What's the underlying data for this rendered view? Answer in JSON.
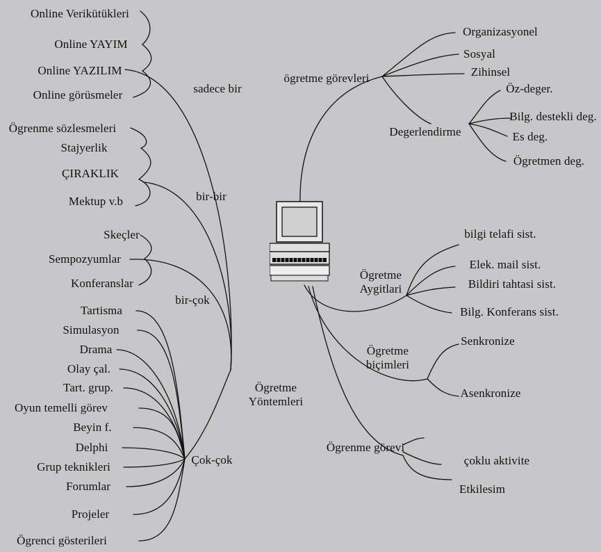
{
  "center": {
    "label": "Ögretme\nYöntemleri"
  },
  "computer_icon": "computer-icon",
  "left": {
    "sadece_bir": {
      "label": "sadece bir",
      "items": [
        "Online Verikütükleri",
        "Online YAYIM",
        "Online YAZILIM",
        "Online görüsmeler"
      ]
    },
    "bir_bir": {
      "label": "bir-bir",
      "items": [
        "Ögrenme sözlesmeleri",
        "Stajyerlik",
        "ÇIRAKLIK",
        "Mektup v.b"
      ]
    },
    "bir_cok": {
      "label": "bir-çok",
      "items": [
        "Skeçler",
        "Sempozyumlar",
        "Konferanslar"
      ]
    },
    "cok_cok": {
      "label": "Çok-çok",
      "items": [
        "Tartisma",
        "Simulasyon",
        "Drama",
        "Olay çal.",
        "Tart. grup.",
        "Oyun temelli görev",
        "Beyin f.",
        "Delphi",
        "Grup teknikleri",
        "Forumlar",
        "Projeler",
        "Ögrenci gösterileri"
      ]
    }
  },
  "right": {
    "ogretme_gorevleri": {
      "label": "ögretme görevleri",
      "items": [
        "Organizasyonel",
        "Sosyal",
        "Zihinsel"
      ],
      "degerlendirme": {
        "label": "Degerlendirme",
        "items": [
          "Öz-deger.",
          "Bilg. destekli deg.",
          "Es deg.",
          "Ögretmen deg."
        ]
      }
    },
    "ogretme_aygitlari": {
      "label": "Ögretme\nAygitlari",
      "items": [
        "bilgi telafi sist.",
        "Elek. mail sist.",
        "Bildiri tahtasi sist.",
        "Bilg. Konferans sist."
      ]
    },
    "ogretme_bicimleri": {
      "label": "Ögretme\nbiçimleri",
      "items": [
        "Senkronize",
        "Asenkronize"
      ]
    },
    "ogrenme_gorevi": {
      "label": "Ögrenme görevi",
      "items": [
        "çoklu aktivite",
        "Etkilesim"
      ]
    }
  }
}
